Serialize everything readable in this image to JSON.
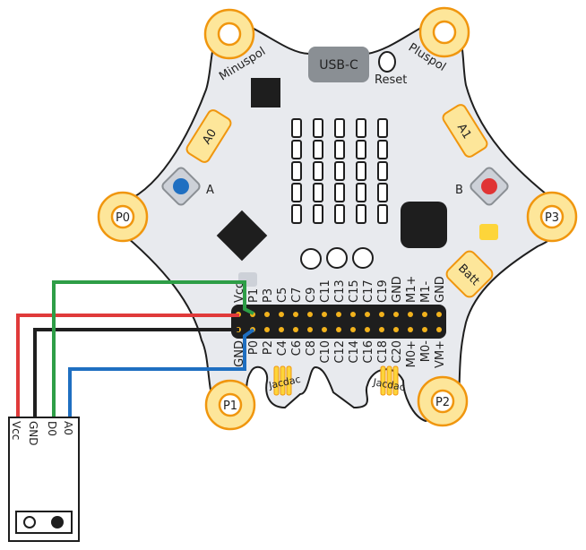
{
  "board": {
    "usb_label": "USB-C",
    "reset_label": "Reset",
    "minuspol_label": "Minuspol",
    "pluspol_label": "Pluspol",
    "pad_a0": "A0",
    "pad_a1": "A1",
    "button_a": "A",
    "button_b": "B",
    "pad_batt": "Batt",
    "jacdac_left": "Jacdac",
    "jacdac_right": "Jacdac",
    "pins": {
      "p0": "P0",
      "p1": "P1",
      "p2": "P2",
      "p3": "P3"
    },
    "header_top": [
      "Vcc",
      "P1",
      "P3",
      "C5",
      "C7",
      "C9",
      "C11",
      "C13",
      "C15",
      "C17",
      "C19",
      "GND",
      "M1+",
      "M1-",
      "GND"
    ],
    "header_bottom": [
      "GND",
      "P0",
      "P2",
      "C4",
      "C6",
      "C8",
      "C10",
      "C12",
      "C14",
      "C16",
      "C18",
      "C20",
      "M0+",
      "M0-",
      "VM+"
    ],
    "led_matrix": {
      "rows": 5,
      "cols": 5
    }
  },
  "sensor": {
    "pins": [
      "Vcc",
      "GND",
      "D0",
      "A0"
    ]
  },
  "wires": [
    {
      "from": "sensor.Vcc",
      "to": "board.Vcc",
      "color": "#e03a3a"
    },
    {
      "from": "sensor.GND",
      "to": "board.GND",
      "color": "#1f1f1f"
    },
    {
      "from": "sensor.D0",
      "to": "board.P1",
      "color": "#2e9e47"
    },
    {
      "from": "sensor.A0",
      "to": "board.P0",
      "color": "#1f6fc1"
    }
  ],
  "colors": {
    "board": "#e8eaee",
    "pad": "#fde69a",
    "pad_border": "#f0960e",
    "header": "#1e1e1e",
    "pin_dot": "#f2b21c",
    "button_red": "#e03434",
    "button_blue": "#1f6fc1",
    "usb": "#8a8f94",
    "batt_led": "#fdd53a"
  }
}
